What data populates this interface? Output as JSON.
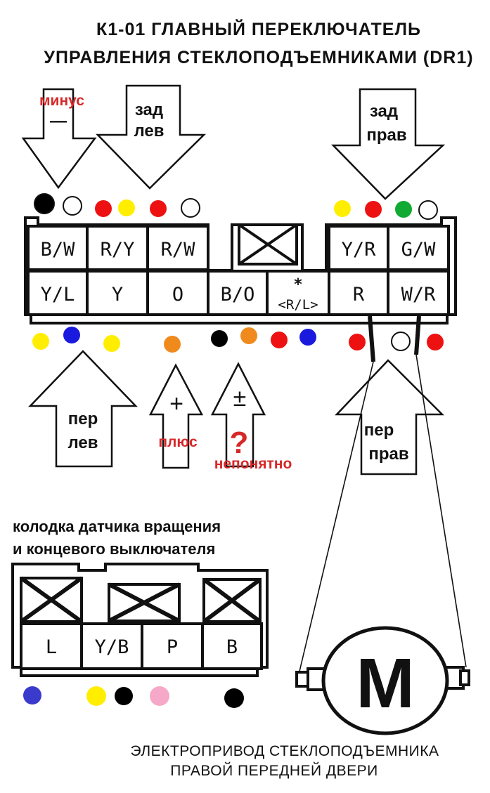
{
  "title": {
    "line1": "К1-01 ГЛАВНЫЙ ПЕРЕКЛЮЧАТЕЛЬ",
    "line2": "УПРАВЛЕНИЯ СТЕКЛОПОДЪЕМНИКАМИ (DR1)"
  },
  "annotations": {
    "minus": "минус",
    "minus_sign": "—",
    "rear_left_1": "зад",
    "rear_left_2": "лев",
    "rear_right_1": "зад",
    "rear_right_2": "прав",
    "front_left_1": "пер",
    "front_left_2": "лев",
    "front_right_1": "пер",
    "front_right_2": "прав",
    "plus": "плюс",
    "plus_sign": "+",
    "plusminus_sign": "±",
    "question": "?",
    "unclear": "непонятно"
  },
  "main_connector": {
    "top_row": [
      "B/W",
      "R/Y",
      "R/W",
      "Y/R",
      "G/W"
    ],
    "bottom_row": [
      "Y/L",
      "Y",
      "O",
      "B/O",
      "<R/L>",
      "R",
      "W/R"
    ],
    "star": "*"
  },
  "sensor_connector": {
    "caption1": "колодка датчика вращения",
    "caption2": "и концевого выключателя",
    "pins": [
      "L",
      "Y/B",
      "P",
      "B"
    ]
  },
  "motor": {
    "label": "M",
    "caption1": "ЭЛЕКТРОПРИВОД СТЕКЛОПОДЪЕМНИКА",
    "caption2": "ПРАВОЙ ПЕРЕДНЕЙ ДВЕРИ"
  },
  "colors": {
    "black": "#000000",
    "red": "#ee1111",
    "yellow": "#ffee00",
    "green": "#11aa33",
    "blue": "#1a1adf",
    "orange": "#f08a1c",
    "pink": "#f5a8c8",
    "blue2": "#3a3acc",
    "label_red": "#d62828"
  }
}
